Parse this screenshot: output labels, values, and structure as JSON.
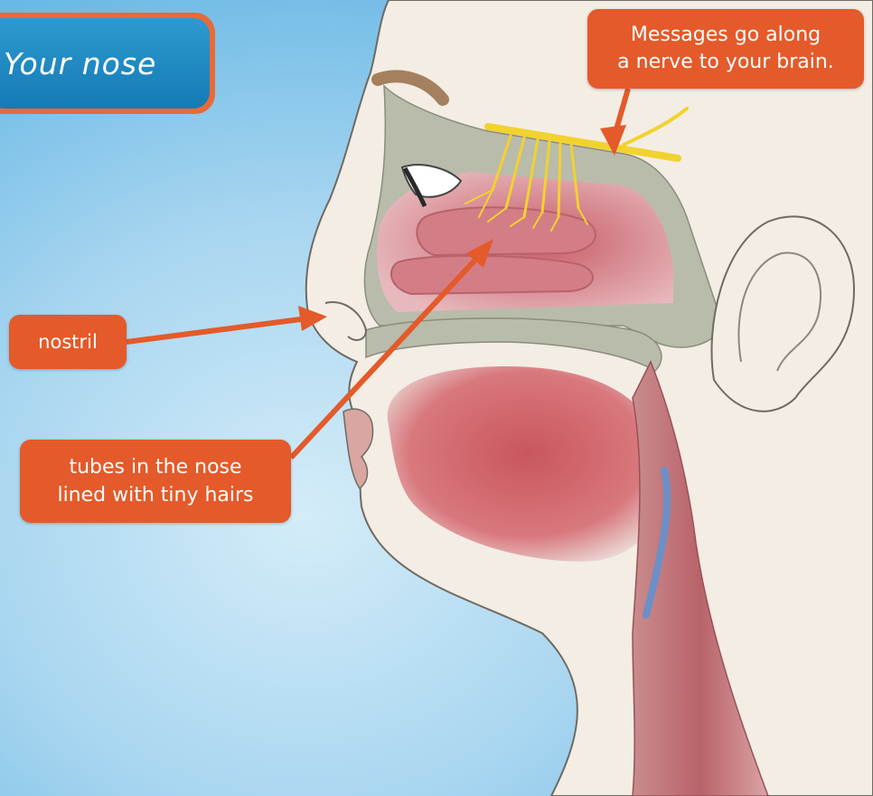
{
  "title": "Your nose",
  "labels": {
    "nerve": "Messages go along\na nerve to your brain.",
    "nostril": "nostril",
    "tubes": "tubes in the nose\nlined with tiny hairs"
  },
  "colors": {
    "background": "#a9d6f0",
    "title_box": "#157ab5",
    "label_box": "#e45a2a",
    "arrow": "#e45a2a",
    "nerve": "#f2d22e",
    "skin": "#f3ede4",
    "tissue": "#c9565e"
  }
}
